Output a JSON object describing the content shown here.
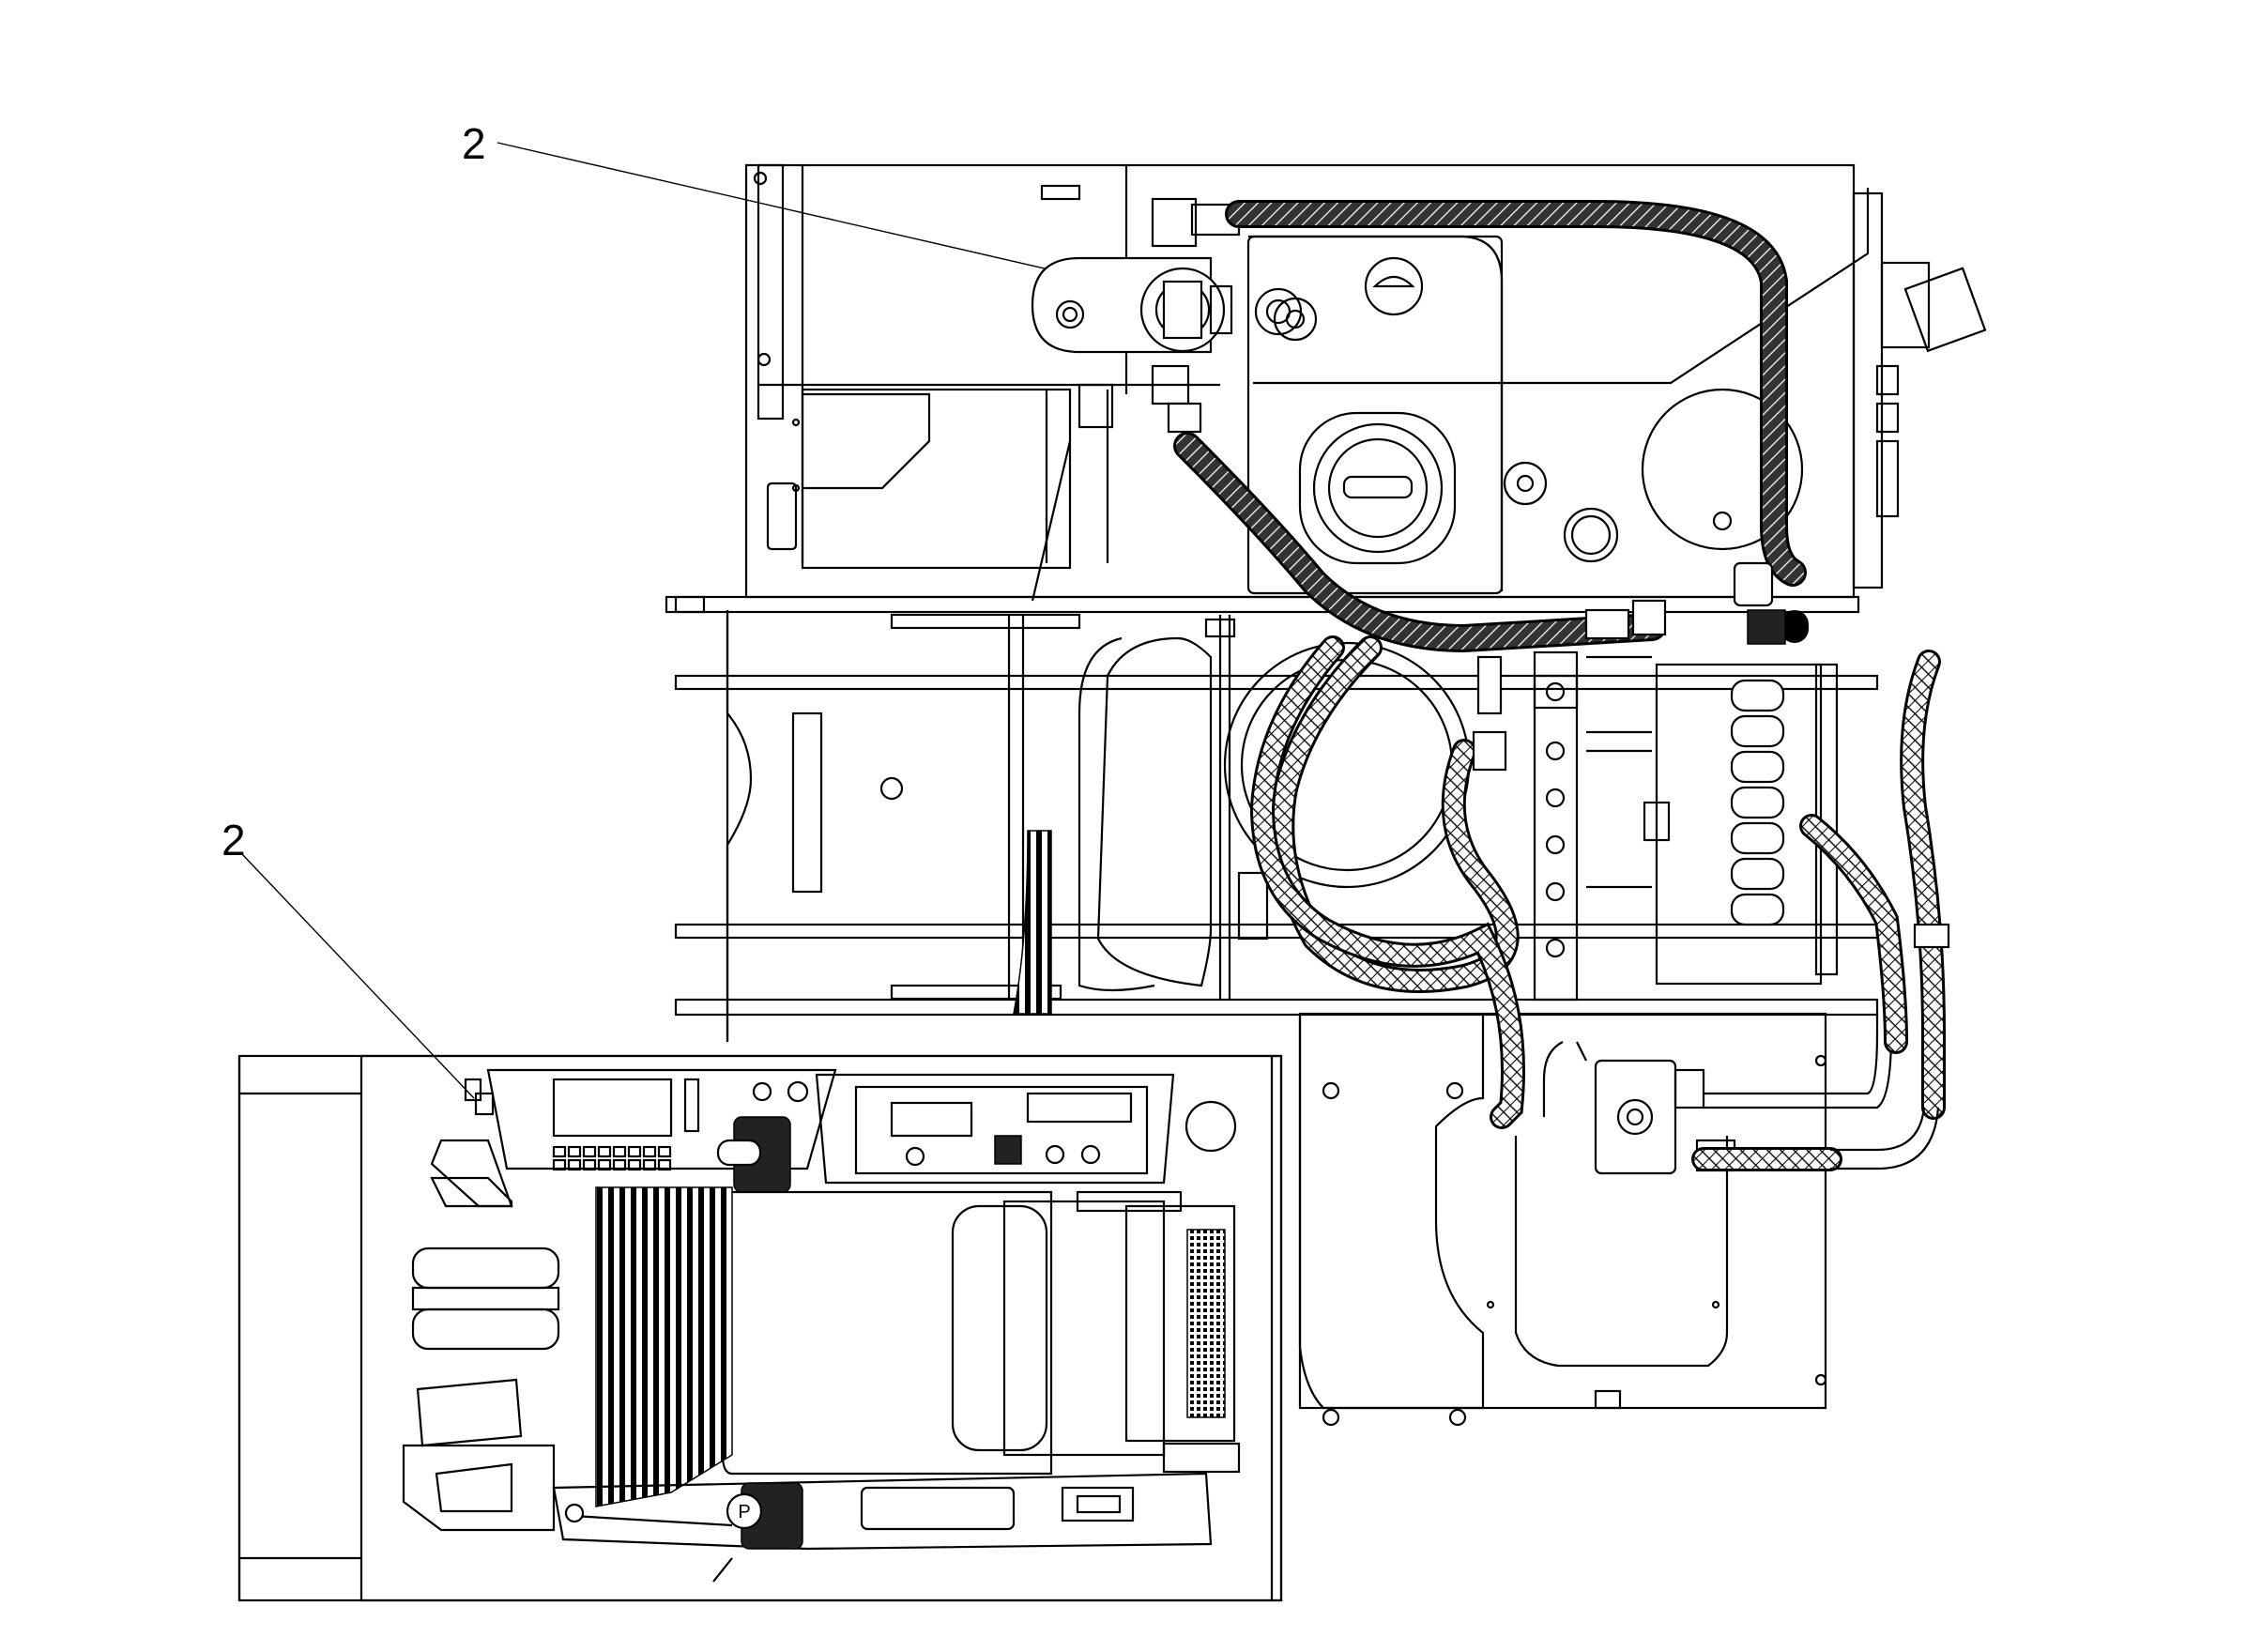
{
  "callouts": [
    {
      "label": "2"
    },
    {
      "label": "2"
    }
  ],
  "colors": {
    "line": "#000000",
    "background": "#ffffff"
  },
  "panel_indicator_text": "P"
}
